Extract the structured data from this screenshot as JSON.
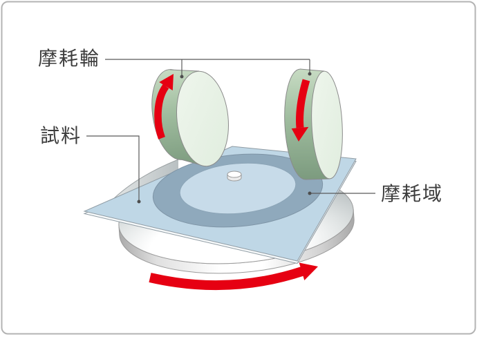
{
  "diagram": {
    "labels": {
      "wheel": "摩耗輪",
      "specimen": "試料",
      "abrasion_zone": "摩耗域"
    },
    "colors": {
      "arrow_red": "#e60012",
      "wheel_rim_green": "#9fbc9e",
      "wheel_face_green": "#e9f2e7",
      "plate_blue": "#bfd7e6",
      "ring_blue_gray": "#8fa9bc",
      "inner_zone_blue": "#c7dbe9",
      "line_gray": "#595959",
      "text_gray": "#3d3d3d",
      "border_gray": "#b3b3b3"
    }
  }
}
